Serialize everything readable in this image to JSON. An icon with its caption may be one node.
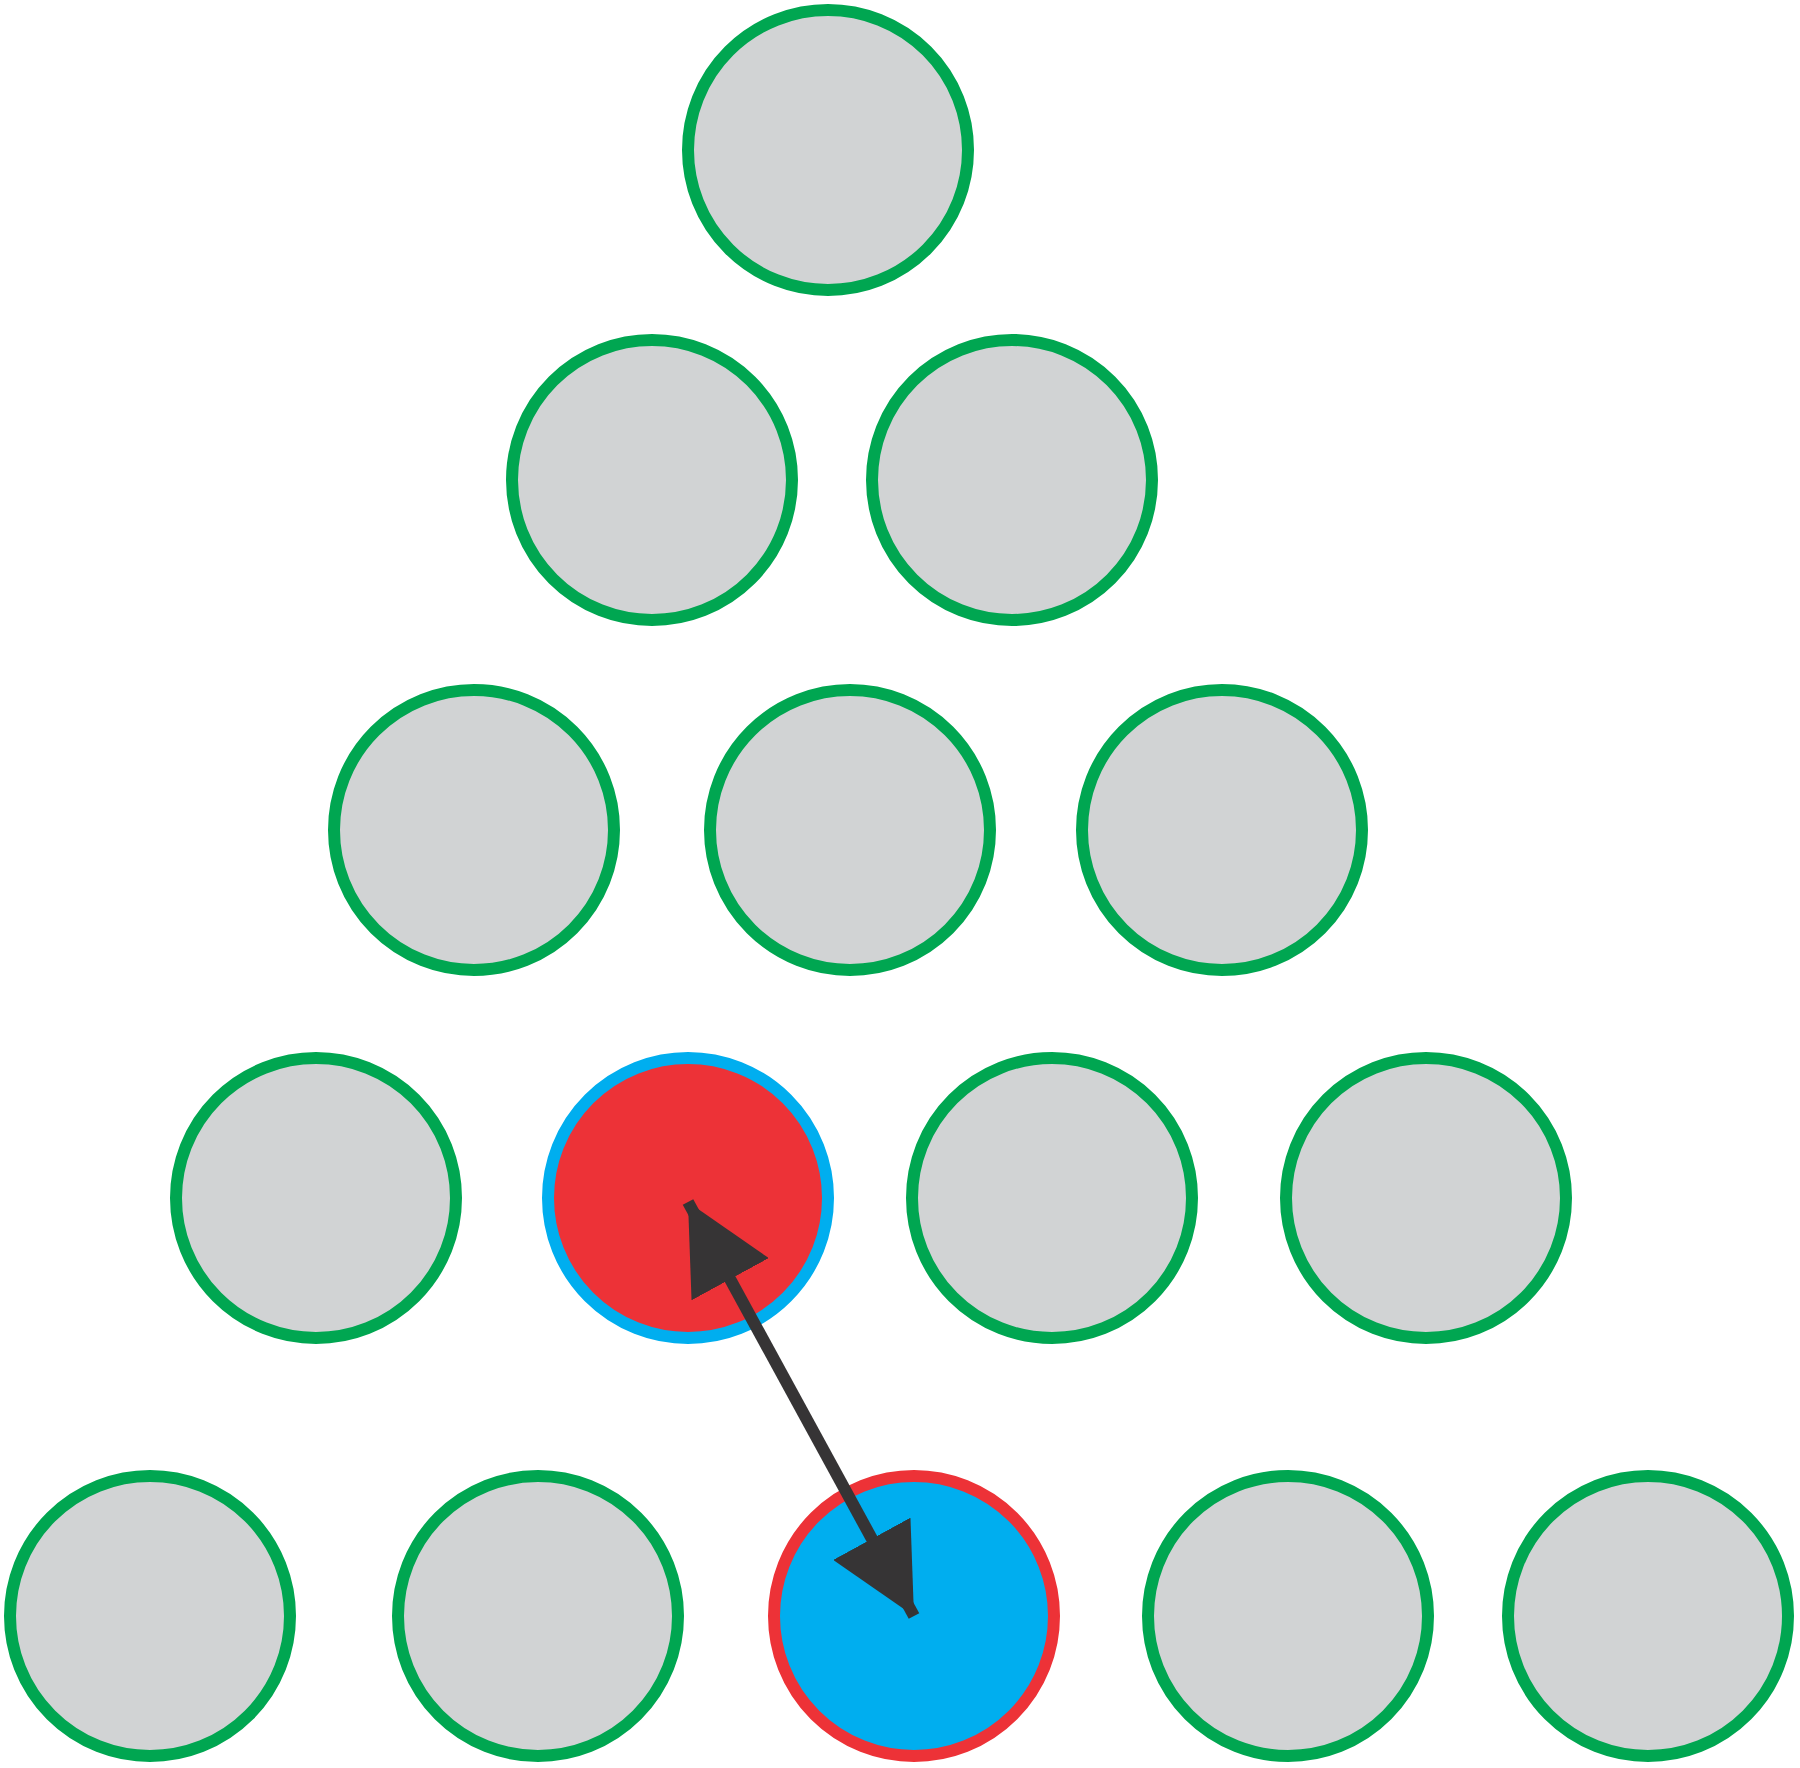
{
  "diagram": {
    "nodes": [
      {
        "text": [],
        "shape": "circle"
      },
      {
        "text": [],
        "shape": "circle"
      },
      {
        "text": [],
        "shape": "circle"
      },
      {
        "text": [],
        "shape": "circle"
      },
      {
        "text": [],
        "shape": "circle"
      },
      {
        "text": [],
        "shape": "circle"
      },
      {
        "text": [],
        "shape": "circle"
      },
      {
        "text": [],
        "shape": "circle"
      },
      {
        "text": [],
        "shape": "circle"
      },
      {
        "text": [],
        "shape": "circle"
      },
      {
        "text": [],
        "shape": "circle"
      },
      {
        "text": [],
        "shape": "circle"
      },
      {
        "text": [],
        "shape": "circle"
      },
      {
        "text": [],
        "shape": "circle"
      },
      {
        "text": [],
        "shape": "circle"
      }
    ],
    "edges": [
      {
        "from": 7,
        "to": 12,
        "arrow": "both"
      }
    ]
  }
}
